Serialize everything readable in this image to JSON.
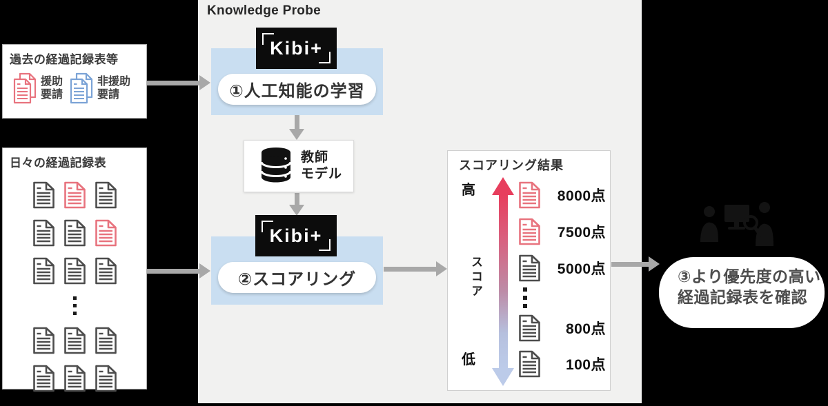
{
  "knowledge_probe": {
    "title": "Knowledge Probe"
  },
  "kibit": {
    "logo_text": "Kibi+"
  },
  "past_records": {
    "title": "過去の経過記録表等",
    "items": [
      {
        "type": "red",
        "label": "援助\n要請"
      },
      {
        "type": "blue",
        "label": "非援助\n要請"
      }
    ]
  },
  "daily_records": {
    "title": "日々の経過記録表",
    "grid": [
      [
        "gray",
        "red",
        "gray"
      ],
      [
        "gray",
        "gray",
        "red"
      ],
      [
        "gray",
        "gray",
        "gray"
      ],
      "ellipsis",
      [
        "gray",
        "gray",
        "gray"
      ],
      [
        "gray",
        "gray",
        "gray"
      ]
    ]
  },
  "steps": {
    "step1_label": "①人工知能の学習",
    "step2_label": "②スコアリング",
    "step3_label": "③より優先度の高い\n経過記録表を確認"
  },
  "teacher_model": {
    "label": "教師\nモデル"
  },
  "scoring": {
    "title": "スコアリング結果",
    "high_label": "高",
    "low_label": "低",
    "axis_label": "スコア",
    "results": [
      {
        "score": "8000点",
        "doc": "red"
      },
      {
        "score": "7500点",
        "doc": "red"
      },
      {
        "score": "5000点",
        "doc": "gray"
      },
      {
        "score": "800点",
        "doc": "gray"
      },
      {
        "score": "100点",
        "doc": "gray"
      }
    ]
  },
  "colors": {
    "red_doc": "#e8737e",
    "blue_doc": "#7ba3d6",
    "gray_doc": "#4d4d4d",
    "step_box_blue": "#c9def1",
    "arrow_gray": "#a8a8a8",
    "score_high": "#e73e5d",
    "score_low": "#bccbe9",
    "panel_bg": "#f1f1f0"
  }
}
